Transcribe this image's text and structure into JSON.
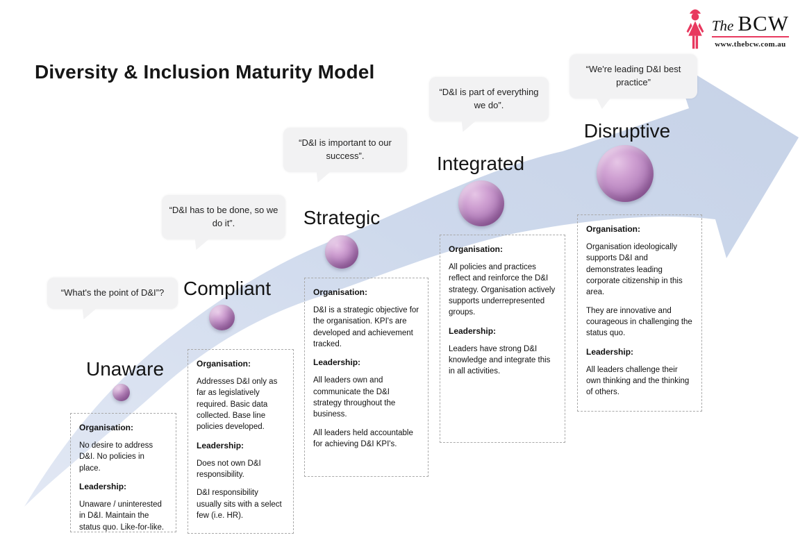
{
  "title": "Diversity & Inclusion Maturity Model",
  "logo": {
    "brand_prefix": "The",
    "brand_name": "BCW",
    "website": "www.thebcw.com.au",
    "accent_color": "#e8395f"
  },
  "arrow": {
    "color": "#ccd7ea",
    "direction": "up-right"
  },
  "section_labels": {
    "organisation": "Organisation:",
    "leadership": "Leadership:"
  },
  "sphere_color": "#bd8fc3",
  "stages": [
    {
      "name": "Unaware",
      "quote": "“What's the point of D&I”?",
      "organisation": [
        "No desire to address D&I. No policies in place."
      ],
      "leadership": [
        "Unaware / uninterested in D&I. Maintain the status quo. Like-for-like."
      ]
    },
    {
      "name": "Compliant",
      "quote": "“D&I has to be done, so we do it”.",
      "organisation": [
        "Addresses D&I only as far as legislatively required. Basic data collected. Base line policies developed."
      ],
      "leadership": [
        "Does not own D&I responsibility.",
        "D&I responsibility usually sits with a select few (i.e. HR)."
      ]
    },
    {
      "name": "Strategic",
      "quote": "“D&I is important to our success”.",
      "organisation": [
        "D&I is a strategic objective for the organisation. KPI's are developed and achievement tracked."
      ],
      "leadership": [
        "All leaders own and communicate the D&I strategy throughout the business.",
        "All leaders held accountable for achieving D&I KPI's."
      ]
    },
    {
      "name": "Integrated",
      "quote": "“D&I is part of everything we do”.",
      "organisation": [
        "All policies and practices reflect and reinforce the D&I strategy. Organisation actively supports underrepresented groups."
      ],
      "leadership": [
        "Leaders have strong D&I knowledge and integrate this in all activities."
      ]
    },
    {
      "name": "Disruptive",
      "quote": "“We're leading D&I best practice”",
      "organisation": [
        "Organisation ideologically supports D&I and demonstrates leading corporate citizenship in this area.",
        "They are innovative and courageous in challenging the status quo."
      ],
      "leadership": [
        "All leaders challenge their own thinking and the thinking of others."
      ]
    }
  ]
}
